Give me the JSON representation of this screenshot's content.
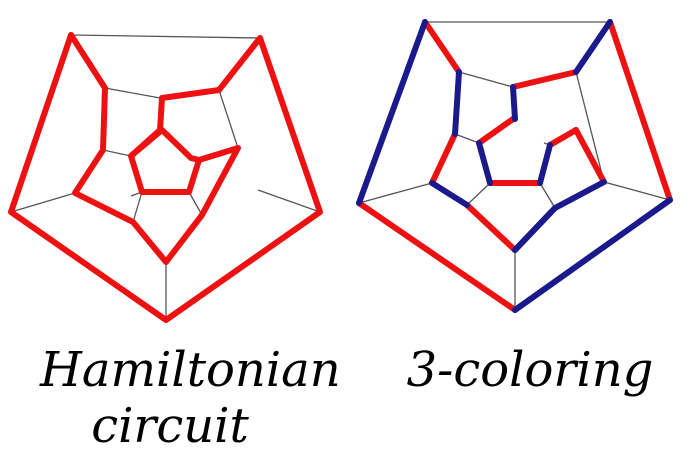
{
  "captions": {
    "left": {
      "line1": "Hamiltonian",
      "line2": "circuit"
    },
    "right": {
      "line1": "3-coloring"
    }
  },
  "colors": {
    "background": "#ffffff",
    "thin_edge": "#555555",
    "red": "#ee1111",
    "blue": "#1a1a8c"
  }
}
